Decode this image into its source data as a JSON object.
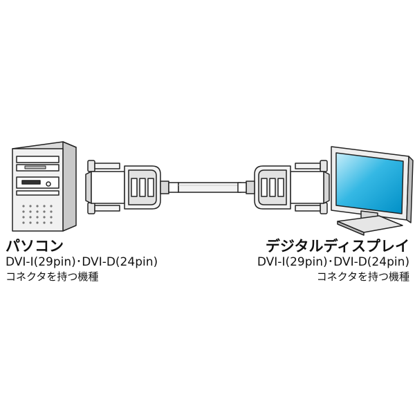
{
  "left": {
    "title": "パソコン",
    "spec": "DVI-I(29pin)･DVI-D(24pin)",
    "desc": "コネクタを持つ機種"
  },
  "right": {
    "title": "デジタルディスプレイ",
    "spec": "DVI-I(29pin)･DVI-D(24pin)",
    "desc": "コネクタを持つ機種"
  },
  "colors": {
    "line": "#222222",
    "device_body": "#efefef",
    "shade": "#cfcfcf",
    "screen": "#00a2d8",
    "screen_light": "#c8eefa"
  },
  "icons": [
    "pc-tower-icon",
    "dvi-connector-left-icon",
    "cable-icon",
    "dvi-connector-right-icon",
    "monitor-icon"
  ]
}
